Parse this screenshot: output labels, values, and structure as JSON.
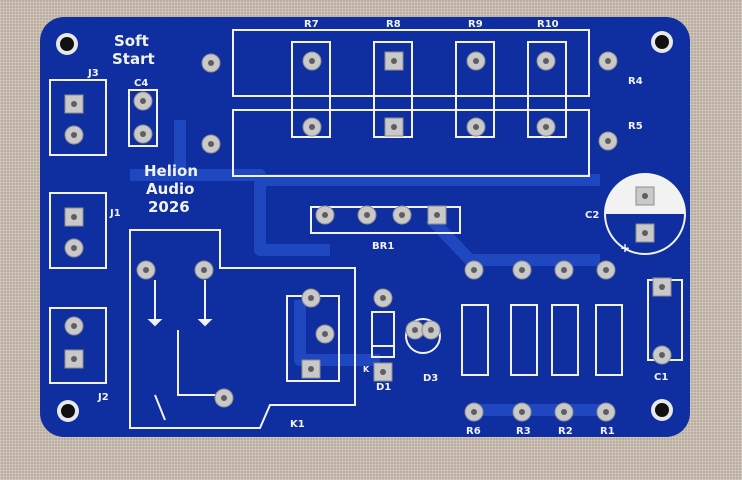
{
  "board": {
    "title_line1": "Soft",
    "title_line2": "Start",
    "brand_line1": "Helion",
    "brand_line2": "Audio",
    "brand_line3": "2026"
  },
  "labels": {
    "r7": "R7",
    "r8": "R8",
    "r9": "R9",
    "r10": "R10",
    "r4": "R4",
    "r5": "R5",
    "j3": "J3",
    "c4": "C4",
    "j1": "J1",
    "j2": "J2",
    "c2": "C2",
    "br1": "BR1",
    "k1": "K1",
    "d1": "D1",
    "k_mark": "K",
    "d3": "D3",
    "r6": "R6",
    "r3": "R3",
    "r2": "R2",
    "r1": "R1",
    "c1": "C1",
    "plus": "+"
  },
  "colors": {
    "pcb": "#0f2fa0",
    "copper_pour": "#1a3fb5",
    "silkscreen": "#f2f2f2",
    "pad": "#c9c9c9",
    "background": "#cfc2b3"
  }
}
